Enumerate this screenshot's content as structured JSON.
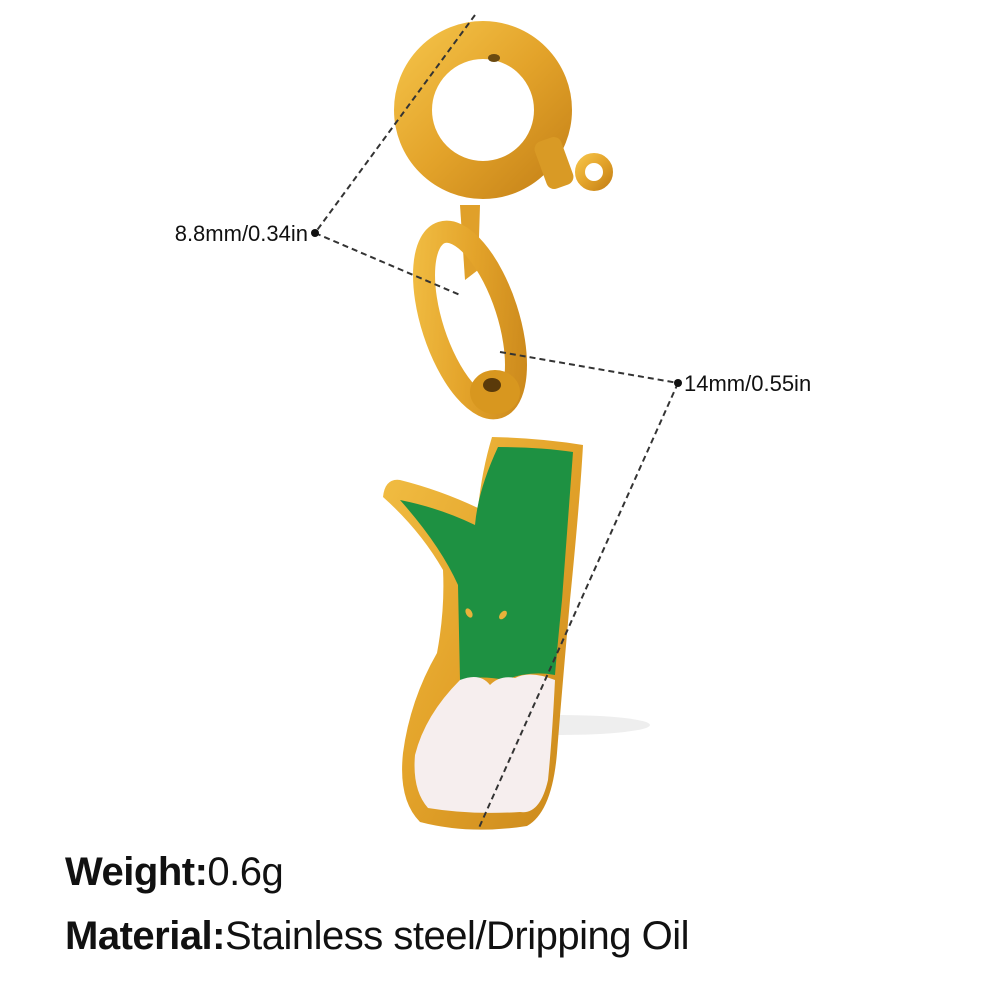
{
  "dimensions": {
    "clasp": "8.8mm/0.34in",
    "pendant": "14mm/0.55in"
  },
  "specs": {
    "weight_label": "Weight:",
    "weight_value": "0.6g",
    "material_label": "Material:",
    "material_value": "Stainless steel/Dripping Oil"
  },
  "colors": {
    "gold": "#e3a32a",
    "enamel_green": "#1e9142",
    "enamel_white": "#f6eeee",
    "dash": "#333333"
  }
}
